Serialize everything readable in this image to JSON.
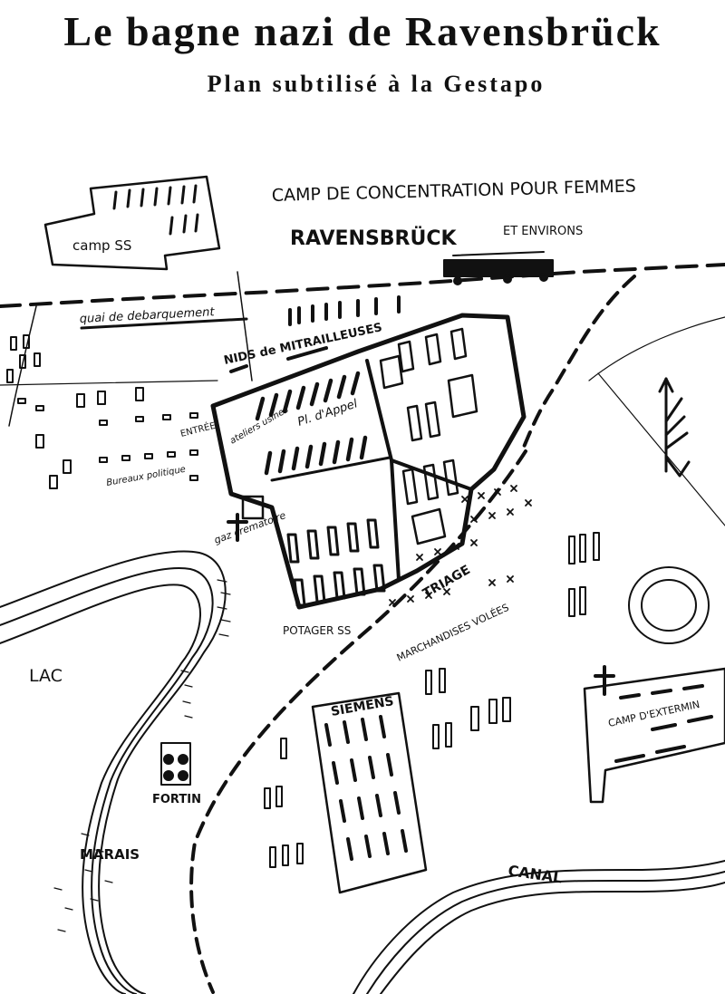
{
  "header": {
    "title": "Le bagne nazi de Ravensbrück",
    "subtitle": "Plan subtilisé à la Gestapo"
  },
  "map": {
    "heading_line1": "CAMP DE CONCENTRATION POUR FEMMES",
    "heading_line2_main": "RAVENSBRÜCK",
    "heading_line2_suffix": "ET ENVIRONS",
    "labels": {
      "camp_ss": "camp SS",
      "quai": "quai de debarquement",
      "nids": "NIDS de MITRAILLEUSES",
      "entree": "ENTRÉE",
      "ateliers": "ateliers usines",
      "appel": "Pl. d'Appel",
      "bureaux": "Bureaux politique",
      "gaz": "gaz crematoire",
      "potager": "POTAGER SS",
      "triage": "TRIAGE",
      "marchandises": "MARCHANDISES VOLÉES",
      "lac": "LAC",
      "siemens": "SIEMENS",
      "fortin": "FORTIN",
      "marais": "MARAIS",
      "extermination": "CAMP D'EXTERMIN",
      "canal": "CANAL"
    },
    "north_arrow_icon": "north-arrow-icon",
    "ink_color": "#111111",
    "paper_color": "#ffffff"
  }
}
